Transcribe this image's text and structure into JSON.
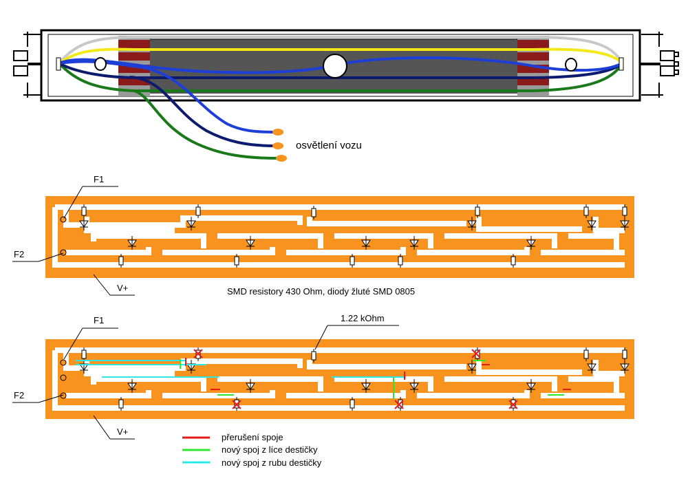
{
  "colors": {
    "pcb": "#f7931e",
    "trace_cut": "#e31b1b",
    "front_link": "#2ee62e",
    "back_link": "#2ee6e6",
    "wire_blue": "#1d3fd8",
    "wire_navy": "#0d1b6e",
    "wire_green": "#1a7a1a",
    "wire_yellow": "#f2e81a",
    "wire_gray": "#c8c8c8",
    "connector_red": "#8b1a1a",
    "light_bar": "#555555"
  },
  "top_section": {
    "caption": "osvětlení vozu",
    "icons": [
      "coach-body-outline",
      "coupler-icon",
      "wire-plug-icon"
    ]
  },
  "pcb_original": {
    "label_f1": "F1",
    "label_f2": "F2",
    "label_vplus": "V+",
    "caption": "SMD resistory 430 Ohm, diody žluté SMD 0805"
  },
  "pcb_modified": {
    "label_f1": "F1",
    "label_f2": "F2",
    "label_vplus": "V+",
    "resistor_note": "1.22 kOhm"
  },
  "legend": {
    "items": [
      {
        "label": "přerušení spoje",
        "color": "#e31b1b"
      },
      {
        "label": "nový spoj z líce destičky",
        "color": "#2ee62e"
      },
      {
        "label": "nový spoj z rubu destičky",
        "color": "#2ee6e6"
      }
    ]
  }
}
